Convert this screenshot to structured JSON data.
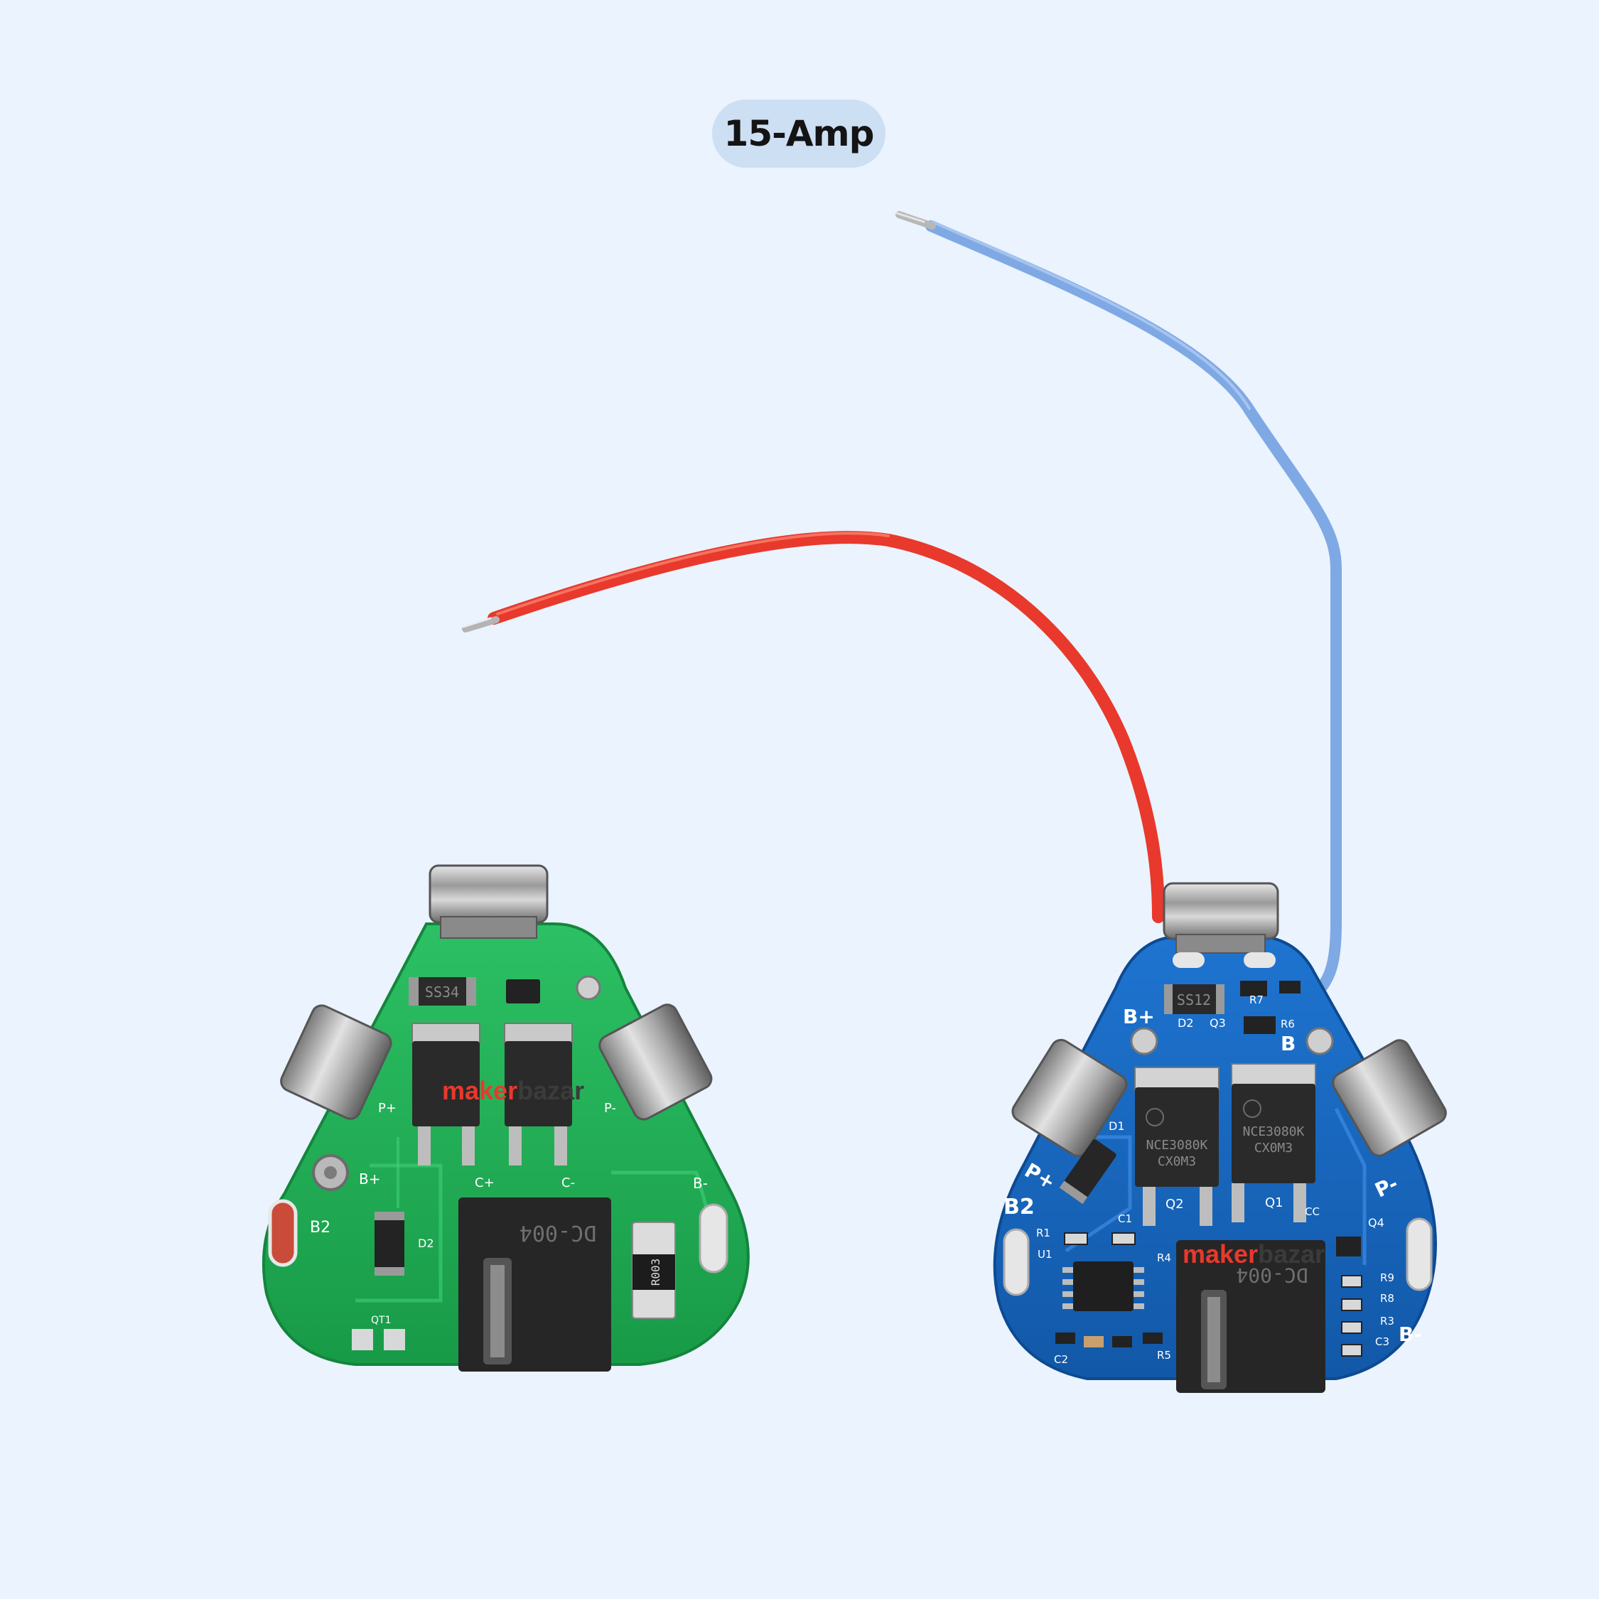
{
  "label": {
    "text": "15-Amp",
    "background": "#cddff3"
  },
  "watermark": {
    "prefix": "maker",
    "suffix": "bazar"
  },
  "green_board": {
    "color": "#1fae53",
    "markings": {
      "chip": "SS34",
      "connector": "DC-004",
      "resistor": "R003",
      "b_plus": "B+",
      "b2": "B2",
      "p_plus": "P+",
      "p_minus": "P-",
      "c_plus": "C+",
      "c_minus": "C-",
      "b_minus": "B-",
      "d2": "D2",
      "qt1": "QT1"
    }
  },
  "blue_board": {
    "color": "#1565c0",
    "markings": {
      "chip": "SS12",
      "mosfet_1": "NCE3080K",
      "mosfet_1_code": "CX0M3",
      "mosfet_2": "NCE3080K",
      "mosfet_2_code": "CX0M3",
      "connector": "DC-004",
      "b_plus": "B+",
      "b": "B",
      "b2": "B2",
      "p_plus": "P+",
      "p_minus": "P-",
      "b_minus": "B-",
      "d1": "D1",
      "d2": "D2",
      "q1": "Q1",
      "q2": "Q2",
      "q3": "Q3",
      "q4": "Q4",
      "r1": "R1",
      "r3": "R3",
      "r4": "R4",
      "r5": "R5",
      "r6": "R6",
      "r7": "R7",
      "r8": "R8",
      "r9": "R9",
      "c1": "C1",
      "c2": "C2",
      "c3": "C3",
      "u1": "U1",
      "cc": "CC"
    }
  },
  "wires": {
    "red": "#e8392c",
    "blue": "#7fa9e4"
  }
}
